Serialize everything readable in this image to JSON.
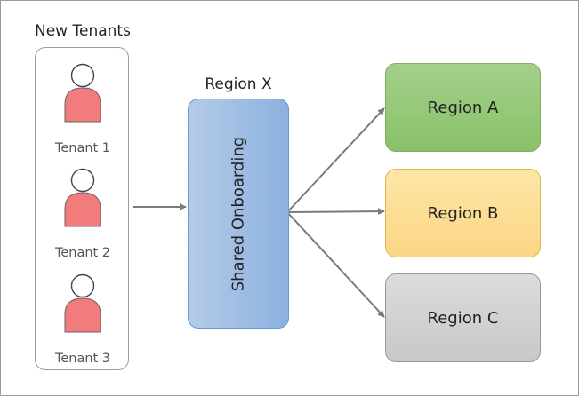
{
  "tenants_group": {
    "title": "New Tenants",
    "tenants": [
      {
        "label": "Tenant 1"
      },
      {
        "label": "Tenant 2"
      },
      {
        "label": "Tenant 3"
      }
    ]
  },
  "onboarding": {
    "region_title": "Region X",
    "label": "Shared Onboarding"
  },
  "regions": [
    {
      "label": "Region A",
      "color": "#98c979"
    },
    {
      "label": "Region B",
      "color": "#fcdd95"
    },
    {
      "label": "Region C",
      "color": "#d2d2d2"
    }
  ],
  "colors": {
    "tenant_body": "#f27b7b",
    "tenant_outline": "#444444",
    "onboarding_fill": "#9dbde4",
    "arrow": "#7a7a7a"
  }
}
